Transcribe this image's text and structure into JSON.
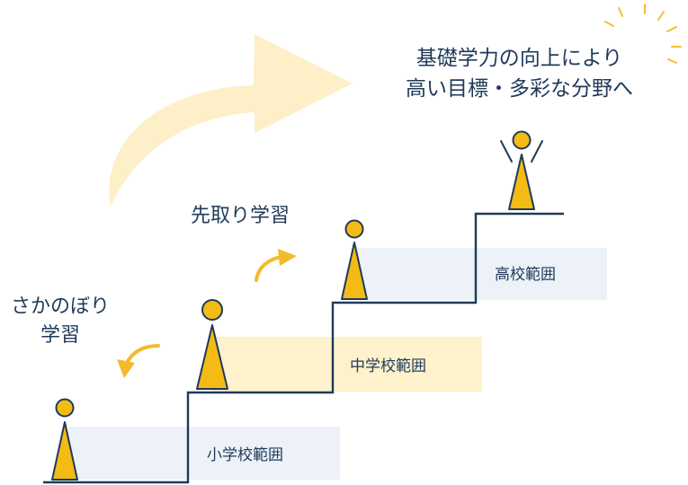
{
  "goal": {
    "line1": "基礎学力の向上により",
    "line2": "高い目標・多彩な分野へ"
  },
  "advance_learning": "先取り学習",
  "review_learning": {
    "line1": "さかのぼり",
    "line2": "学習"
  },
  "ranges": {
    "elementary": "小学校範囲",
    "middle": "中学校範囲",
    "high": "高校範囲"
  },
  "colors": {
    "navy": "#1f3a5a",
    "figure_yellow": "#f4bb14",
    "big_arrow": "#fdefc7",
    "small_arrow": "#f3ba2c",
    "band_blue": "#ecf2f8",
    "band_yellow": "#fdf2cc",
    "sparkle": "#f3bf28"
  },
  "icons": {
    "figure": "person-icon",
    "cheer": "cheering-person-icon",
    "sparkle": "sparkle-icon",
    "big_arrow": "big-curved-arrow-icon",
    "forward": "curved-arrow-up-icon",
    "backward": "curved-arrow-down-icon"
  }
}
